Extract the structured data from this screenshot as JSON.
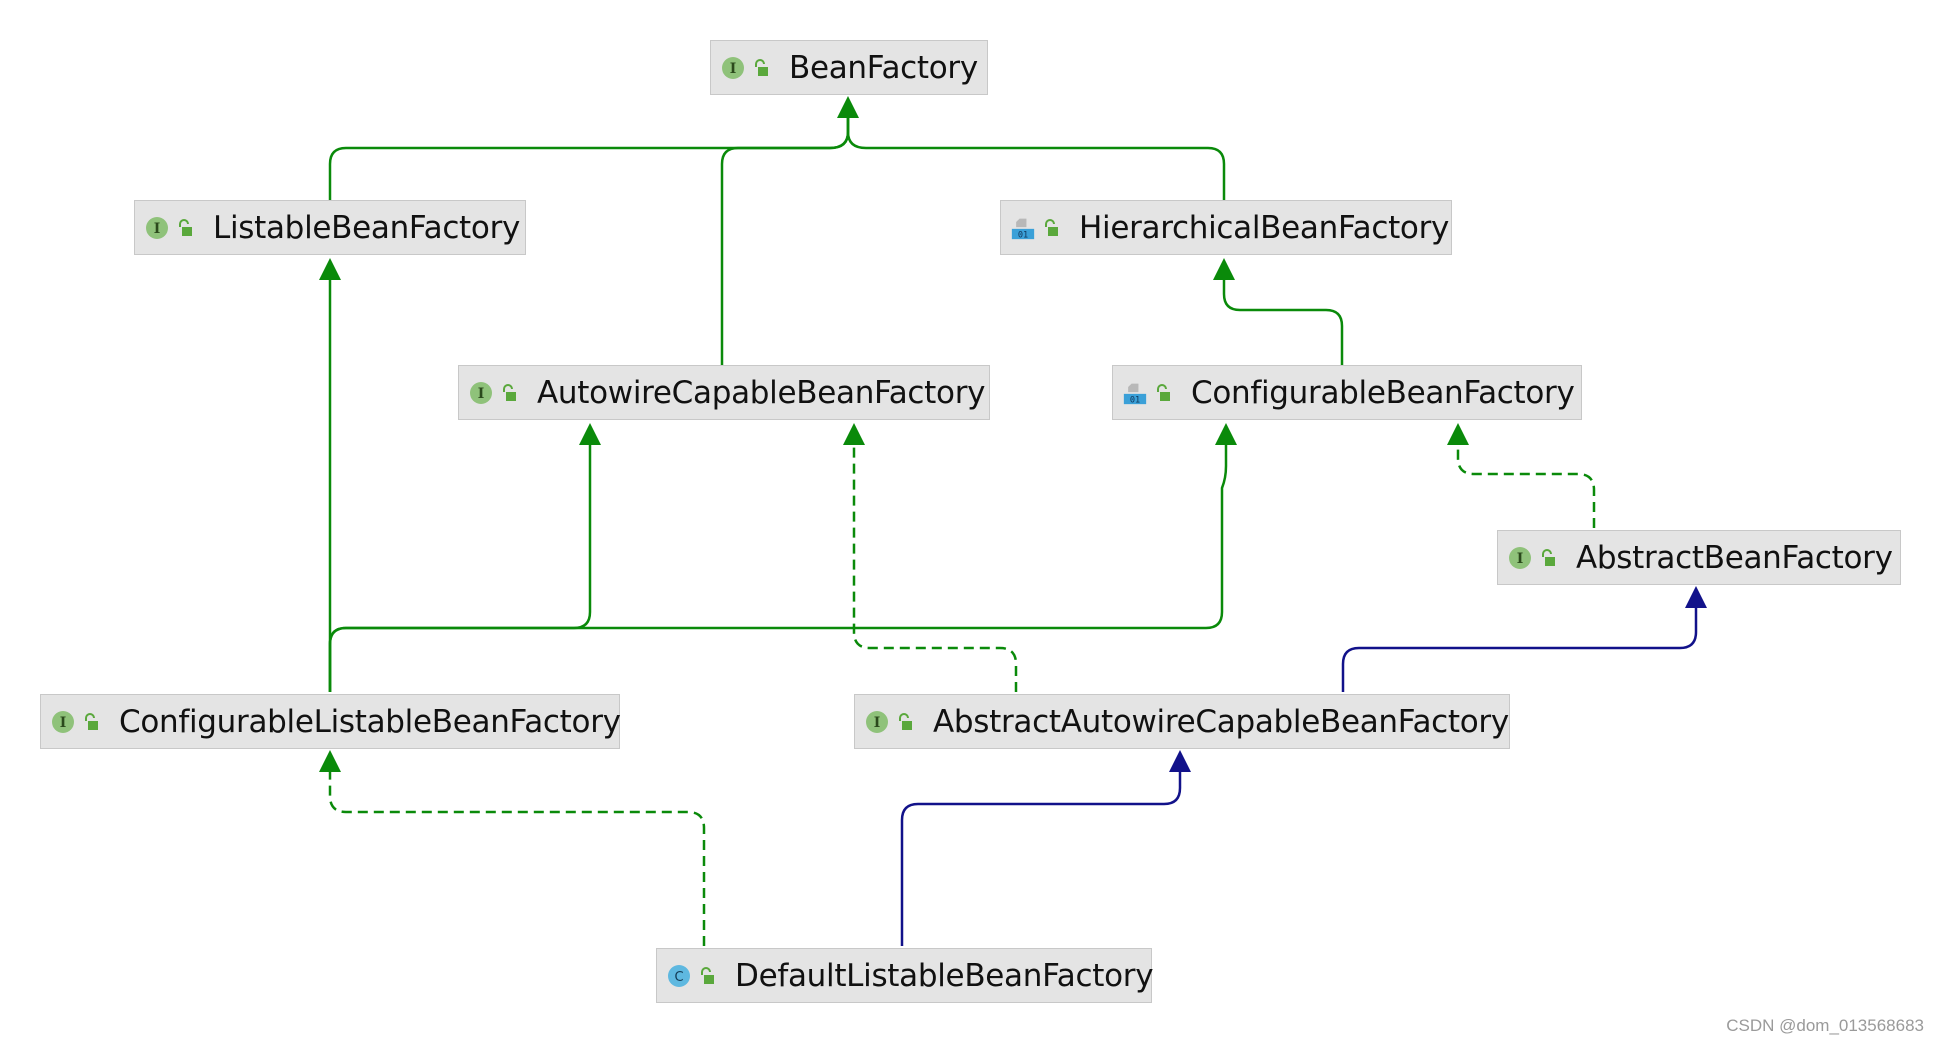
{
  "diagram": {
    "nodes": [
      {
        "id": "BeanFactory",
        "label": "BeanFactory",
        "kind": "interface"
      },
      {
        "id": "ListableBeanFactory",
        "label": "ListableBeanFactory",
        "kind": "interface"
      },
      {
        "id": "HierarchicalBeanFactory",
        "label": "HierarchicalBeanFactory",
        "kind": "interface-binary"
      },
      {
        "id": "AutowireCapableBeanFactory",
        "label": "AutowireCapableBeanFactory",
        "kind": "interface"
      },
      {
        "id": "ConfigurableBeanFactory",
        "label": "ConfigurableBeanFactory",
        "kind": "interface-binary"
      },
      {
        "id": "AbstractBeanFactory",
        "label": "AbstractBeanFactory",
        "kind": "interface"
      },
      {
        "id": "ConfigurableListableBeanFactory",
        "label": "ConfigurableListableBeanFactory",
        "kind": "interface"
      },
      {
        "id": "AbstractAutowireCapableBeanFactory",
        "label": "AbstractAutowireCapableBeanFactory",
        "kind": "interface"
      },
      {
        "id": "DefaultListableBeanFactory",
        "label": "DefaultListableBeanFactory",
        "kind": "class"
      }
    ],
    "edges": [
      {
        "from": "ListableBeanFactory",
        "to": "BeanFactory",
        "type": "extends-interface"
      },
      {
        "from": "AutowireCapableBeanFactory",
        "to": "BeanFactory",
        "type": "extends-interface"
      },
      {
        "from": "HierarchicalBeanFactory",
        "to": "BeanFactory",
        "type": "extends-interface"
      },
      {
        "from": "ConfigurableBeanFactory",
        "to": "HierarchicalBeanFactory",
        "type": "extends-interface"
      },
      {
        "from": "AbstractBeanFactory",
        "to": "ConfigurableBeanFactory",
        "type": "implements"
      },
      {
        "from": "ConfigurableListableBeanFactory",
        "to": "ListableBeanFactory",
        "type": "extends-interface"
      },
      {
        "from": "ConfigurableListableBeanFactory",
        "to": "AutowireCapableBeanFactory",
        "type": "extends-interface"
      },
      {
        "from": "ConfigurableListableBeanFactory",
        "to": "ConfigurableBeanFactory",
        "type": "extends-interface"
      },
      {
        "from": "AbstractAutowireCapableBeanFactory",
        "to": "AutowireCapableBeanFactory",
        "type": "implements"
      },
      {
        "from": "AbstractAutowireCapableBeanFactory",
        "to": "AbstractBeanFactory",
        "type": "extends-class"
      },
      {
        "from": "DefaultListableBeanFactory",
        "to": "ConfigurableListableBeanFactory",
        "type": "implements"
      },
      {
        "from": "DefaultListableBeanFactory",
        "to": "AbstractAutowireCapableBeanFactory",
        "type": "extends-class"
      }
    ]
  },
  "icons": {
    "interface": "interface-i-icon",
    "interface-binary": "binary-interface-icon",
    "class": "class-c-icon",
    "access": "public-unlock-icon"
  },
  "colors": {
    "interface_edge": "#0a8a0a",
    "class_edge": "#12128a",
    "node_fill": "#e4e4e4",
    "interface_icon": "#8fc27a",
    "class_icon": "#5eb8e0",
    "binary_icon": "#3aa0d8"
  },
  "watermark": "CSDN @dom_013568683"
}
